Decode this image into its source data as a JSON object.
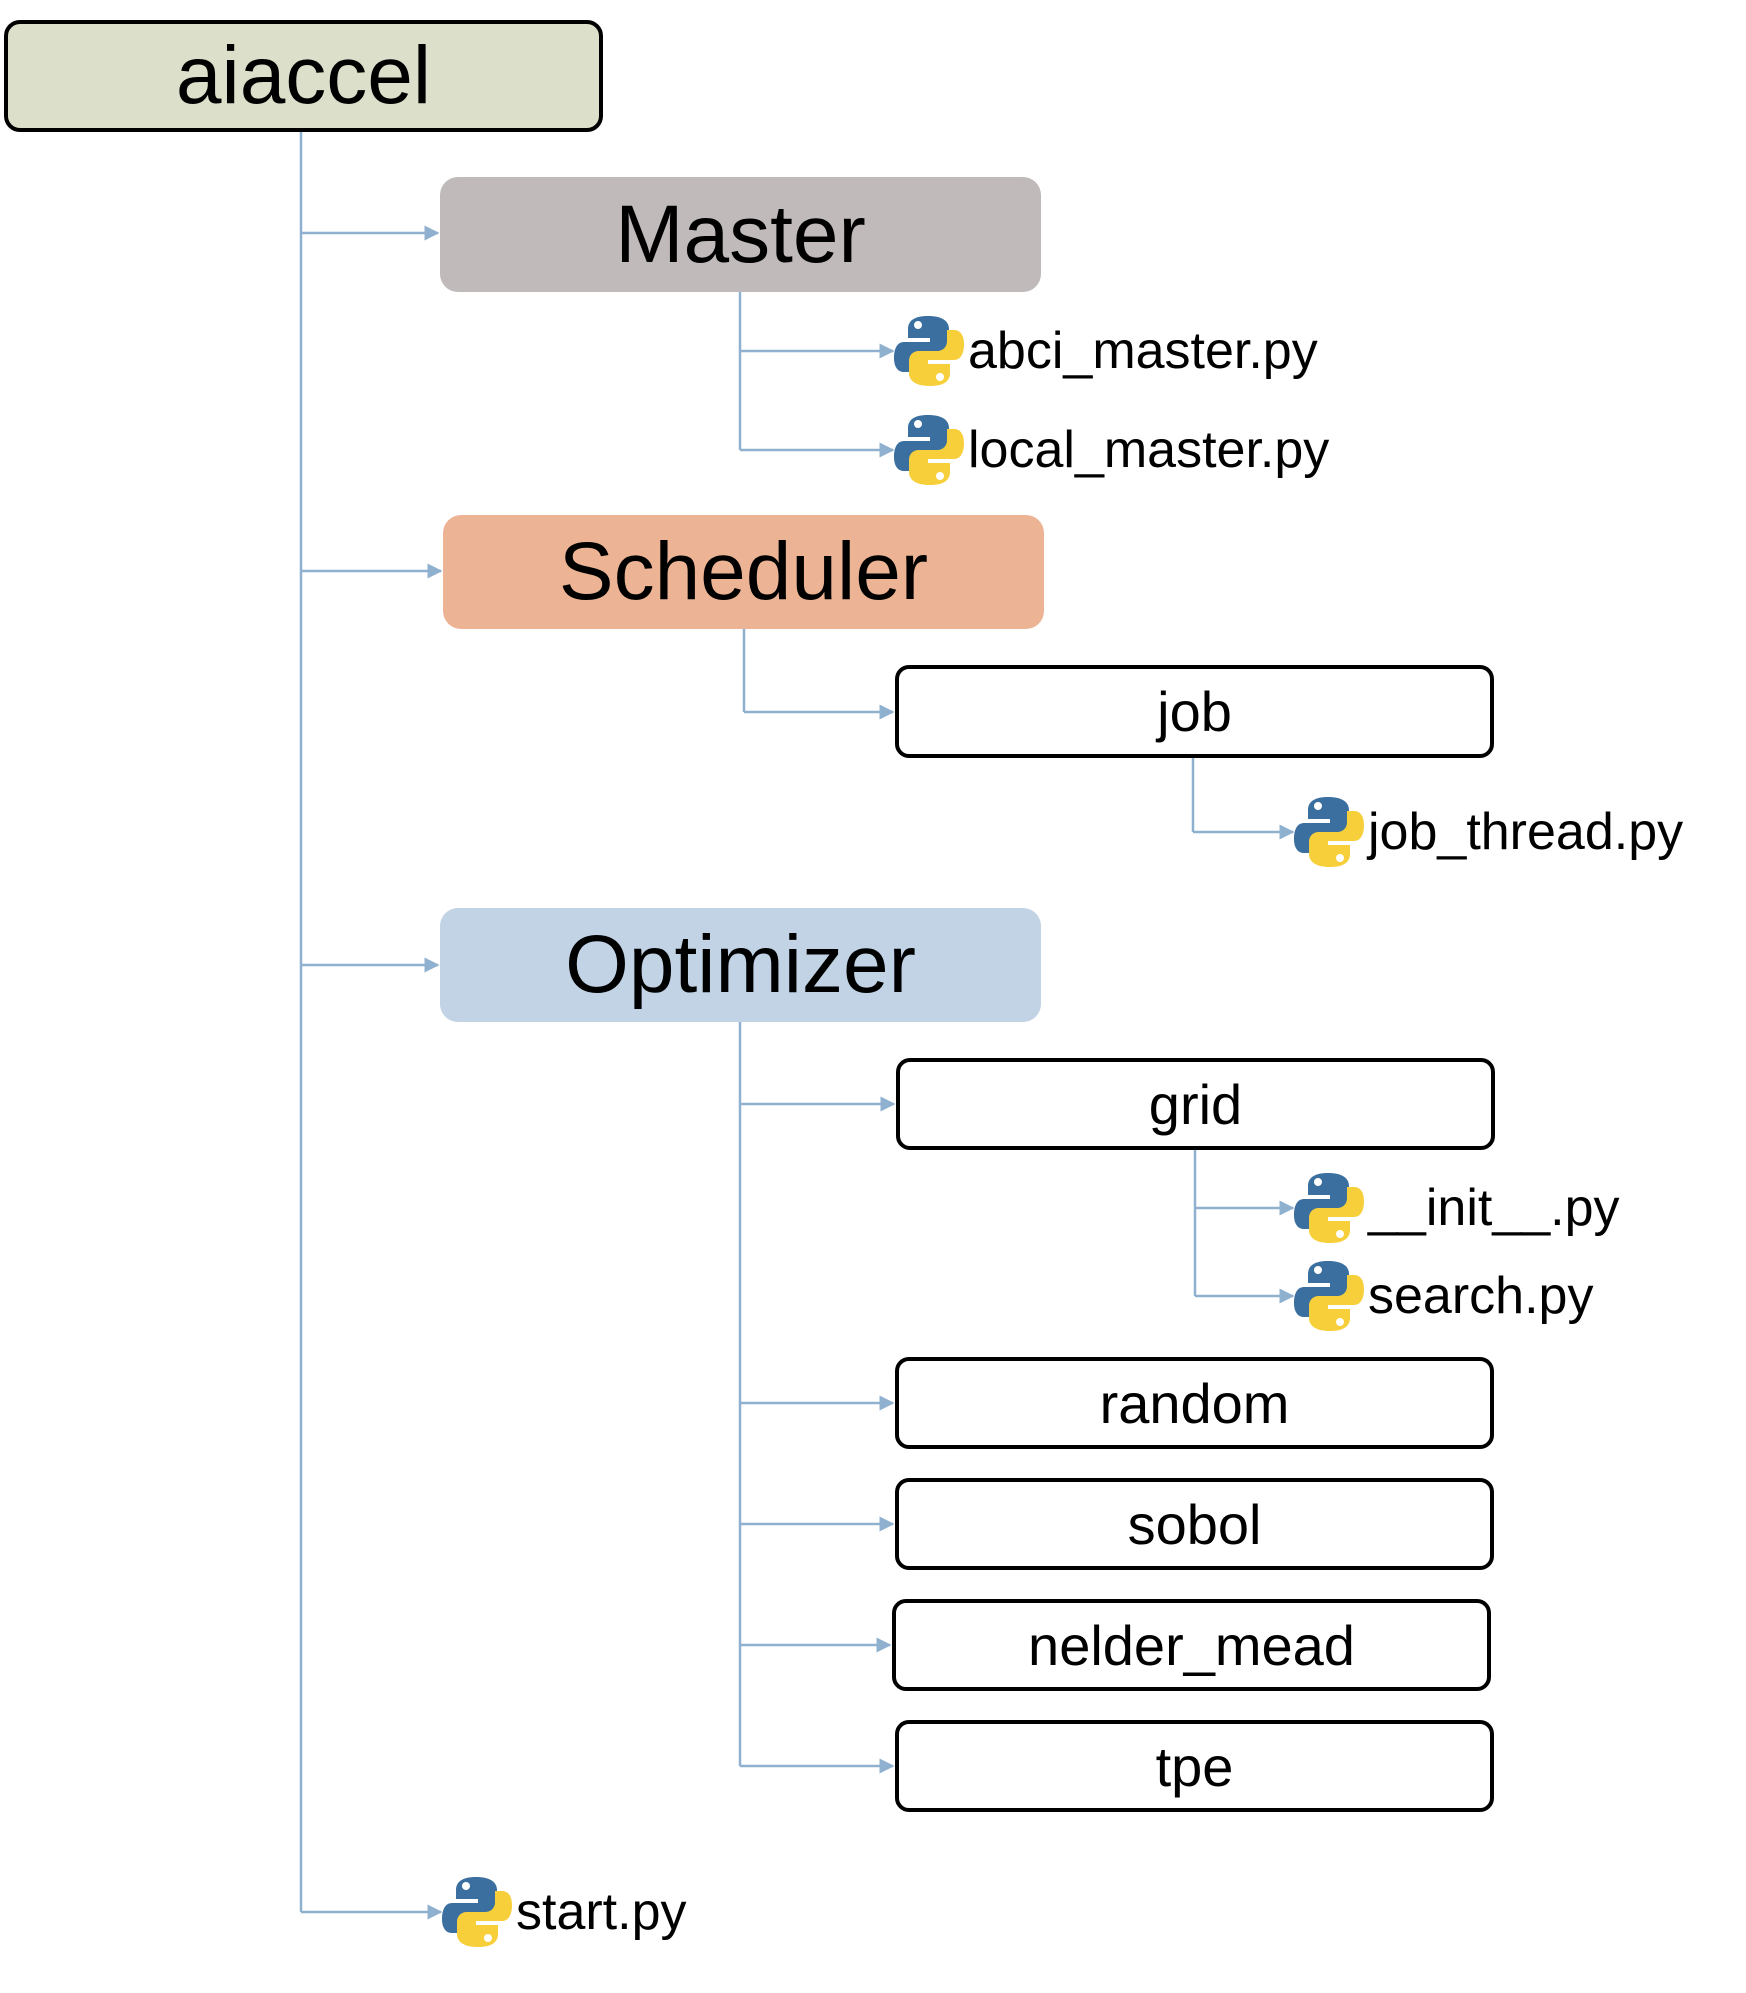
{
  "colors": {
    "connector": "#8fb0cf",
    "root_fill": "#dcdfca",
    "master_fill": "#c0bbba",
    "scheduler_fill": "#ecb494",
    "optimizer_fill": "#c1d3e5",
    "python_blue": "#3a6f9f",
    "python_yellow": "#f7cf3a"
  },
  "root": {
    "label": "aiaccel"
  },
  "master": {
    "label": "Master",
    "files": [
      "abci_master.py",
      "local_master.py"
    ]
  },
  "scheduler": {
    "label": "Scheduler",
    "job": {
      "label": "job",
      "files": [
        "job_thread.py"
      ]
    }
  },
  "optimizer": {
    "label": "Optimizer",
    "grid": {
      "label": "grid",
      "files": [
        "__init__.py",
        "search.py"
      ]
    },
    "random": {
      "label": "random"
    },
    "sobol": {
      "label": "sobol"
    },
    "nelder_mead": {
      "label": "nelder_mead"
    },
    "tpe": {
      "label": "tpe"
    }
  },
  "start_file": {
    "label": "start.py"
  }
}
